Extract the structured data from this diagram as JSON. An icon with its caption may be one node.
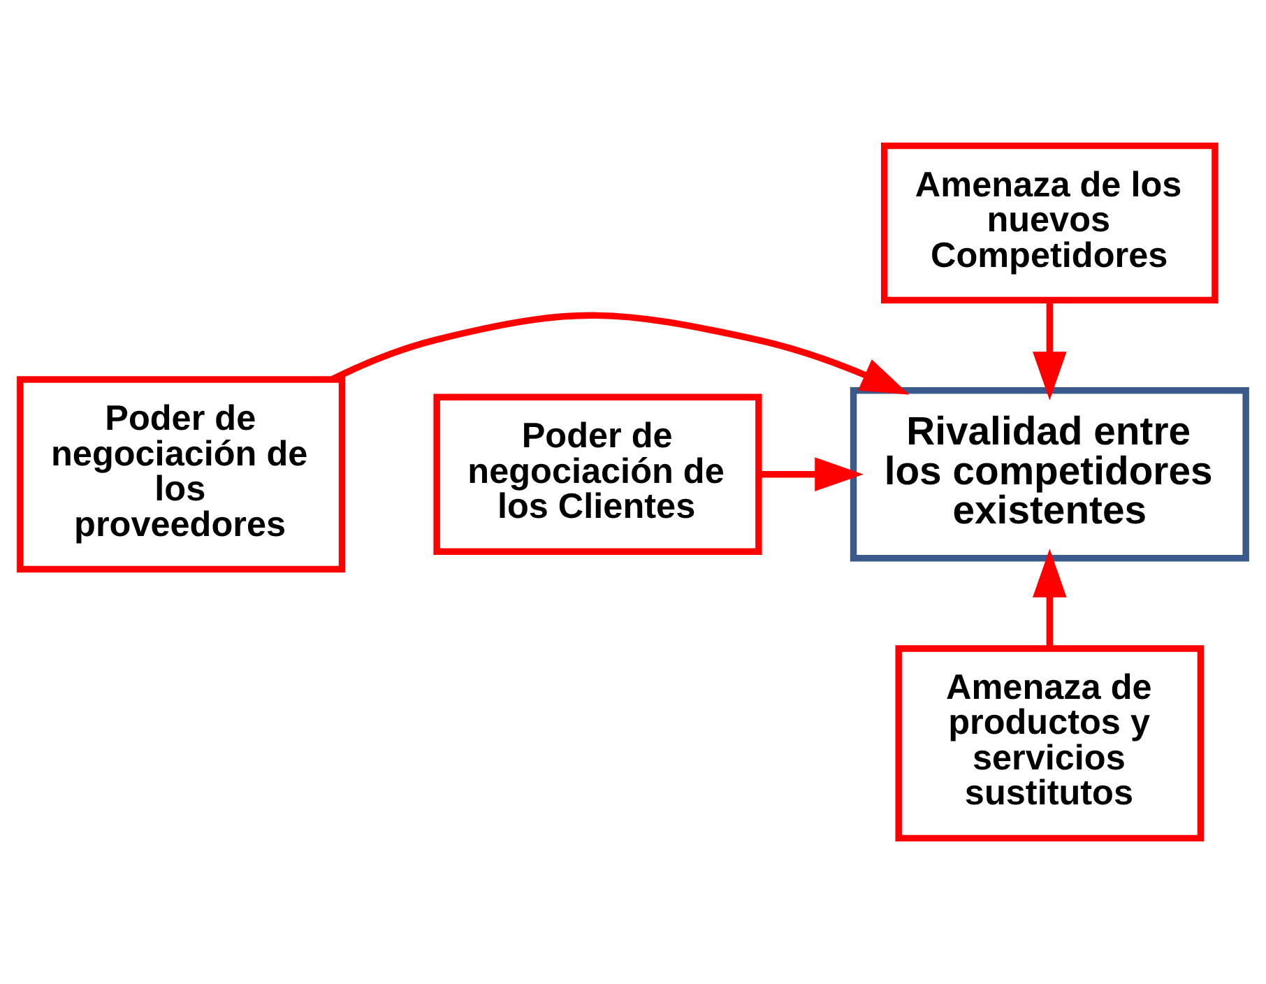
{
  "diagram": {
    "nodes": [
      {
        "text": [
          "Amenaza de los nuevos Competidores"
        ]
      },
      {
        "text": [
          "Poder de negociación de los proveedores"
        ]
      },
      {
        "text": [
          "Rivalidad entre los competidores existentes"
        ]
      },
      {
        "text": [
          "Poder de negociación de los Clientes"
        ]
      },
      {
        "text": [
          "Amenaza de productos y servicios sustitutos"
        ]
      }
    ],
    "edges": [
      {
        "from": 0,
        "to": 2,
        "arrow": "to"
      },
      {
        "from": 1,
        "to": 2,
        "arrow": "to"
      },
      {
        "from": 3,
        "to": 2,
        "arrow": "to"
      },
      {
        "from": 4,
        "to": 2,
        "arrow": "to"
      }
    ]
  }
}
